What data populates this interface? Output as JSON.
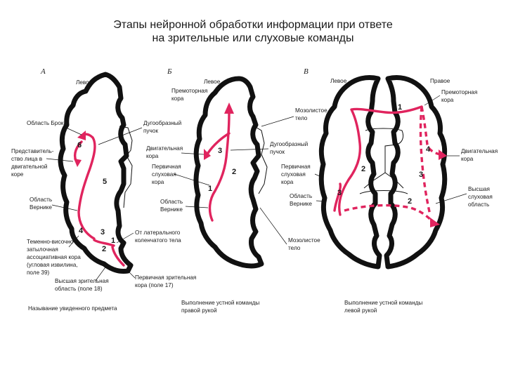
{
  "title": {
    "line1": "Этапы нейронной обработки информации при ответе",
    "line2": "на зрительные или слуховые команды"
  },
  "colors": {
    "pathway": "#e0245e",
    "outline": "#111111"
  },
  "panel_a": {
    "letter": "А",
    "left_heading": "Левое",
    "broca": "Область Брока",
    "arcuate": [
      "Дугообразный",
      "пучок"
    ],
    "face_rep": [
      "Представитель-",
      "ство лица в",
      "двигательной",
      "коре"
    ],
    "wernicke": [
      "Область",
      "Вернике"
    ],
    "assoc": [
      "Теменно-височно-",
      "затылочная",
      "ассоциативная кора",
      "(угловая извилина,",
      "поле 39)"
    ],
    "lateral_gen": [
      "От латерального",
      "коленчатого тела"
    ],
    "primary_visual": [
      "Первичная зрительная",
      "кора (поле 17)"
    ],
    "higher_visual": [
      "Высшая зрительная",
      "область (поле 18)"
    ],
    "caption": "Называние увиденного предмета",
    "steps": [
      "1",
      "2",
      "3",
      "4",
      "5",
      "6"
    ]
  },
  "panel_b": {
    "letter": "Б",
    "left_heading": "Левое",
    "premotor": [
      "Премоторная",
      "кора"
    ],
    "motor": [
      "Двигательная",
      "кора"
    ],
    "primary_aud": [
      "Первичная",
      "слуховая",
      "кора"
    ],
    "wernicke": [
      "Область",
      "Вернике"
    ],
    "caption": [
      "Выполнение устной команды",
      "правой рукой"
    ],
    "steps": [
      "1",
      "2",
      "3"
    ]
  },
  "middle_labels": {
    "corpus_top": [
      "Мозолистое",
      "тело"
    ],
    "arcuate": [
      "Дугообразный",
      "пучок"
    ],
    "primary_aud": [
      "Первичная",
      "слуховая",
      "кора"
    ],
    "wernicke": [
      "Область",
      "Вернике"
    ],
    "corpus_bottom": [
      "Мозолистое",
      "тело"
    ]
  },
  "panel_c": {
    "letter": "В",
    "left_heading": "Левое",
    "right_heading": "Правое",
    "premotor": [
      "Премоторная",
      "кора"
    ],
    "motor": [
      "Двигательная",
      "кора"
    ],
    "higher_aud": [
      "Высшая",
      "слуховая",
      "область"
    ],
    "caption": [
      "Выполнение устной команды",
      "левой рукой"
    ],
    "steps": [
      "1",
      "2",
      "3",
      "4",
      "2",
      "3"
    ]
  }
}
